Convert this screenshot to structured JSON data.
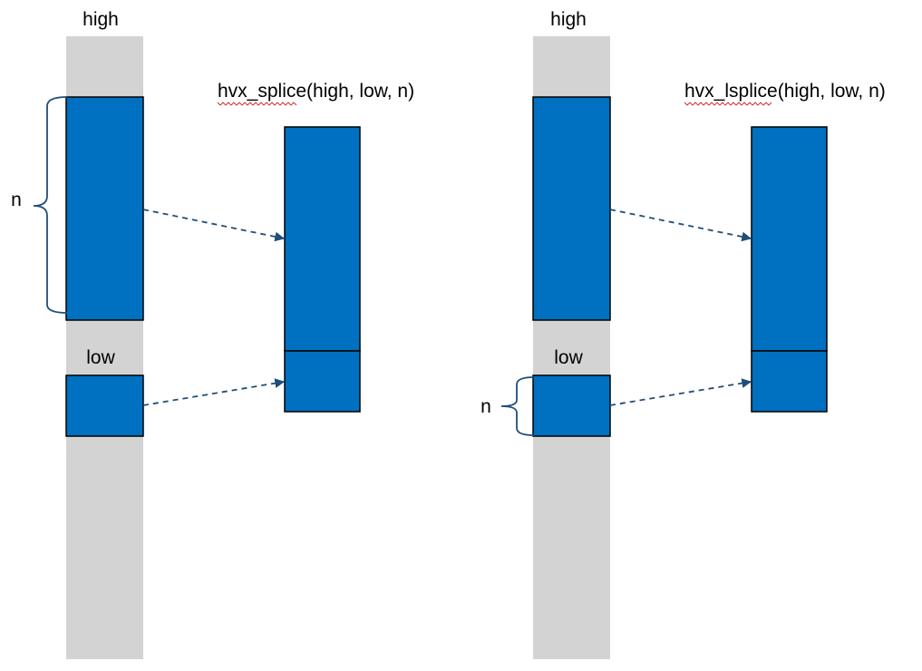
{
  "colors": {
    "register_gray": "#d3d3d3",
    "vector_blue": "#0070c0",
    "arrow_teal": "#1f4e79",
    "brace_teal": "#1f4e79",
    "squiggle_red": "#d42020"
  },
  "panels": [
    {
      "function_label": "hvx_splice(high, low, n)",
      "high_label": "high",
      "low_label": "low",
      "n_label": "n",
      "n_brace_on": "high"
    },
    {
      "function_label": "hvx_lsplice(high, low, n)",
      "high_label": "high",
      "low_label": "low",
      "n_label": "n",
      "n_brace_on": "low"
    }
  ]
}
